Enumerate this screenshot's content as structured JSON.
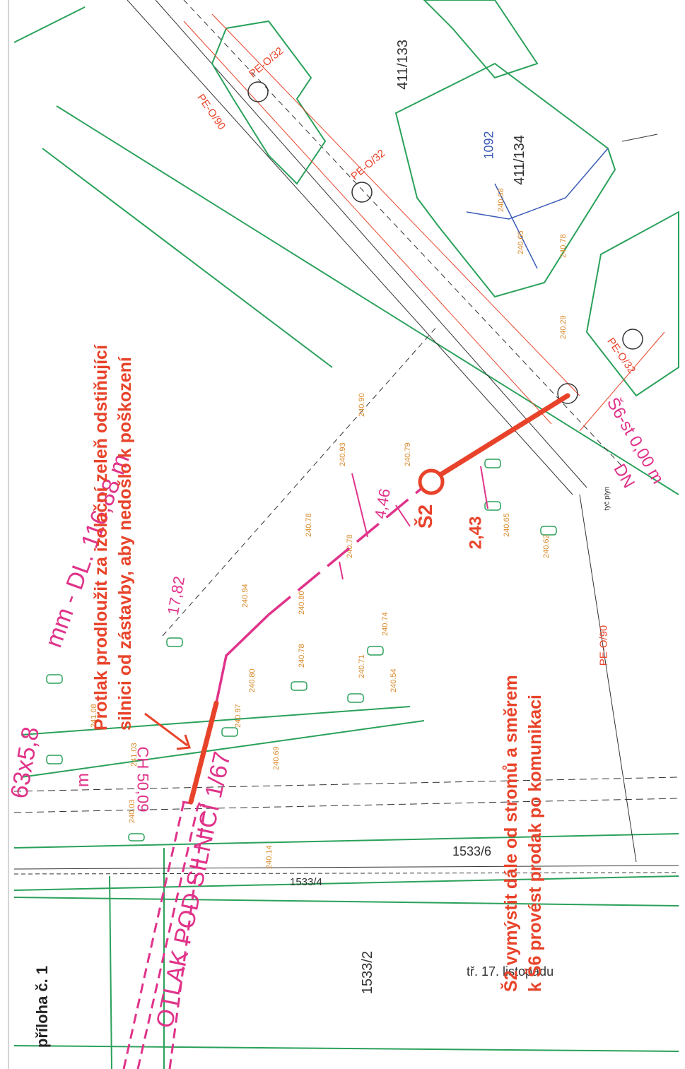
{
  "annex_title": "příloha č. 1",
  "parcels": {
    "p411_133": "411/133",
    "p411_134": "411/134",
    "p1533_6": "1533/6",
    "p1533_4": "1533/4",
    "p1533_2": "1533/2",
    "p1092": "1092"
  },
  "street_name": "tř. 17. listopadu",
  "pipe_labels": {
    "pe_o90_top": "PE-O/90",
    "pe_o32_a": "PE-O/32",
    "pe_o32_b": "PE-O/32",
    "pe_o32_c": "PE-O/32",
    "pe_o90_right": "PE-O/90"
  },
  "design_labels": {
    "length": "mm - DL. 116,88 m",
    "pipe_spec": "63x5,8",
    "ch": "CH 50,09",
    "protlak_road": "OTLAK POD SILNICÍ 1/67",
    "dn": "DN",
    "s6_st": "Š6-st 0,00 m",
    "seg_4_46": "4,46",
    "seg_2_43": "2,43",
    "seg_17_82": "17,82",
    "seg_m": "m"
  },
  "shafts": {
    "s2": "Š2"
  },
  "annotations": {
    "note1_line1": "Protlak prodloužit za izolační zeleň odstiňující",
    "note1_line2": "silnici od zástavby, aby nedošlo k poškození",
    "note2_line1": "Š2 vymýstit dále od stromů a směrem",
    "note2_line2": "k Š6 provést prodak po komunikaci"
  },
  "small_labels": {
    "gas_pole": "tyč plyn"
  },
  "colors": {
    "magenta": "#e0338a",
    "red": "#e8432a",
    "green": "#2aa15a",
    "orange": "#d98a2b",
    "blue": "#3a5bb5",
    "black": "#333333"
  }
}
